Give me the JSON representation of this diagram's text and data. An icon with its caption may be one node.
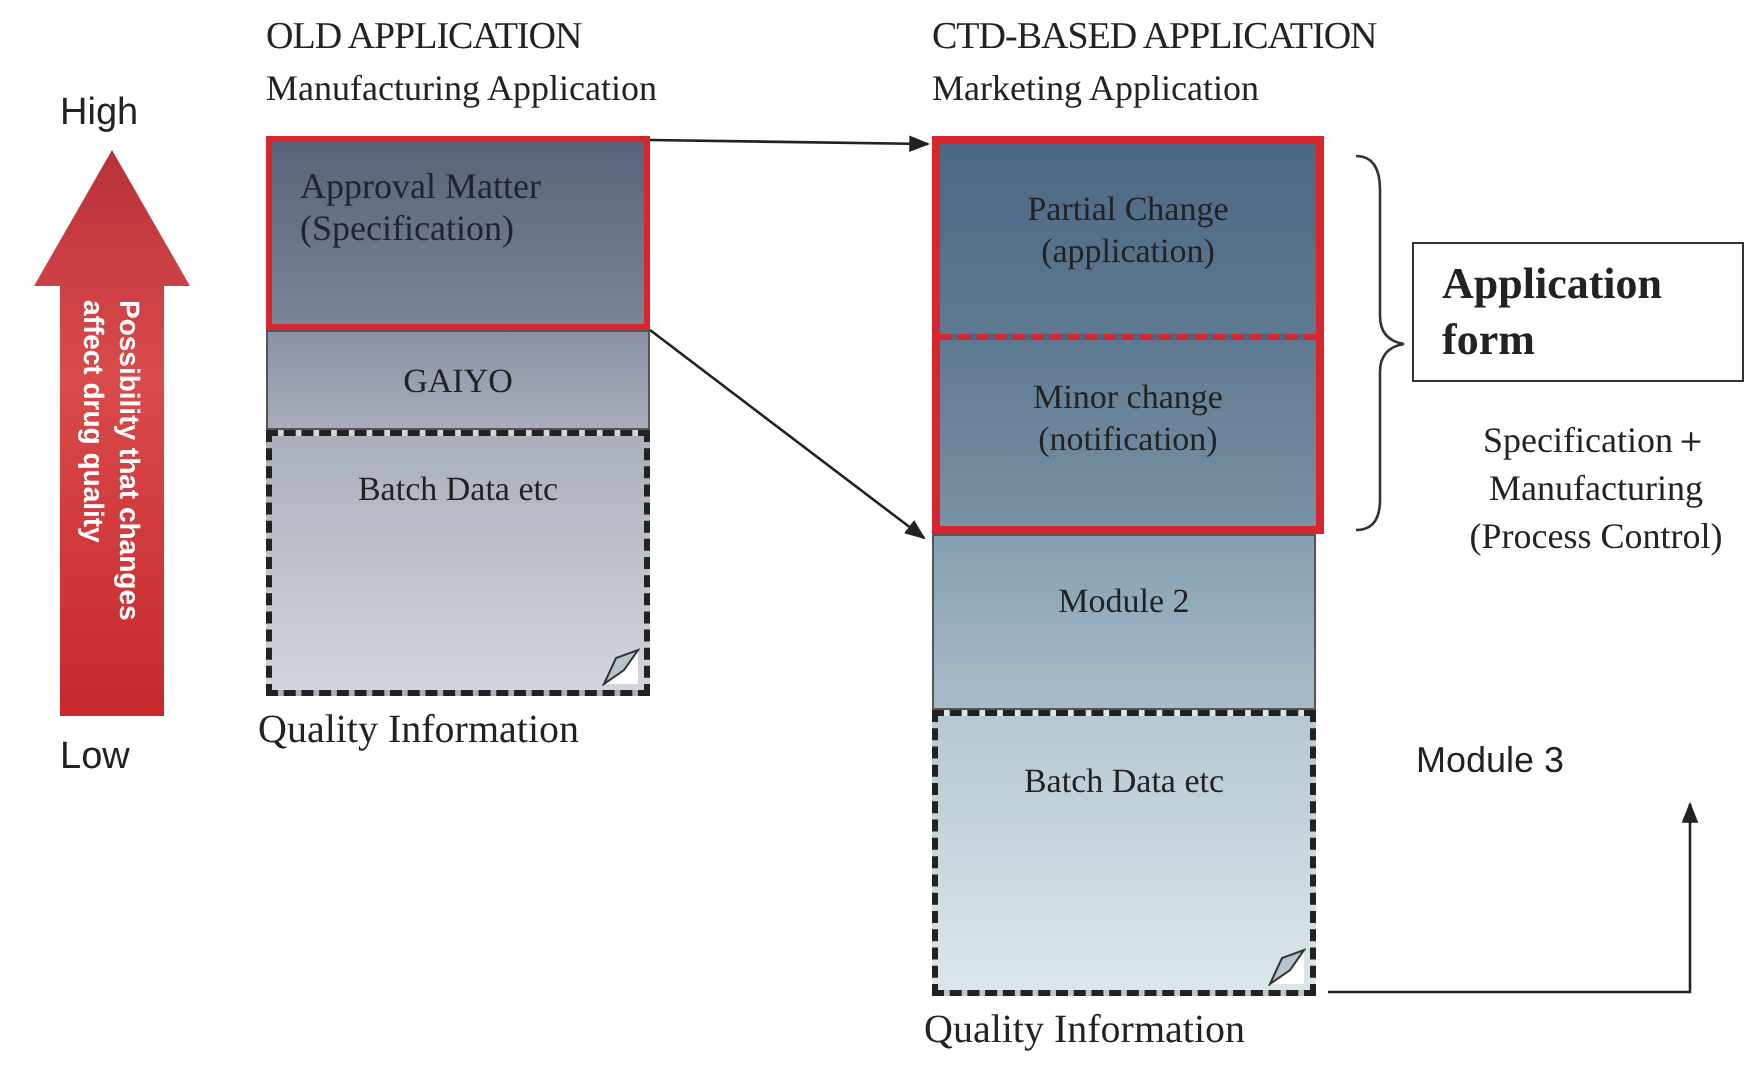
{
  "diagram": {
    "nodes": [
      {
        "text": [
          "OLD APPLICATION",
          "Manufacturing Application"
        ],
        "beside": [
          "Quality Information"
        ]
      },
      {
        "text": [
          "Approval Matter (Specification)"
        ],
        "in": 0
      },
      {
        "text": [
          "GAIYO"
        ],
        "in": 0
      },
      {
        "text": [
          "Batch Data etc"
        ],
        "in": 0
      },
      {
        "text": [
          "CTD-BASED APPLICATION",
          "Marketing Application"
        ],
        "beside": [
          "Quality Information"
        ]
      },
      {
        "text": [],
        "shape": "box",
        "in": 4
      },
      {
        "text": [
          "Partial Change (application)"
        ],
        "in": 5
      },
      {
        "text": [
          "Minor change (notification)"
        ],
        "in": 5
      },
      {
        "text": [
          "Module 2"
        ],
        "in": 4
      },
      {
        "text": [
          "Batch Data etc"
        ],
        "in": 4
      },
      {
        "text": [
          "Application form"
        ]
      },
      {
        "text": [
          "Module 3"
        ]
      }
    ],
    "edges": [
      {
        "from": 1,
        "to": 5,
        "arrow": "to"
      },
      {
        "from": 1,
        "to": 8,
        "arrow": "to"
      },
      {
        "from": 4,
        "to": 11,
        "arrow": "to"
      }
    ],
    "labels": [
      "High",
      "Possibility that changes affect drug quality",
      "Low",
      "Specification＋ Manufacturing (Process Control)"
    ]
  }
}
